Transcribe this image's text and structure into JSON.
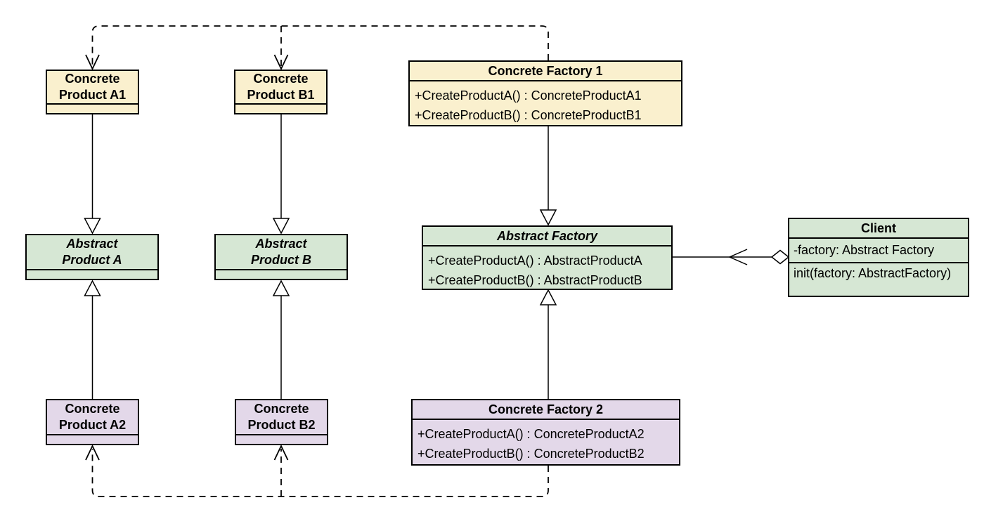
{
  "colors": {
    "family1_fill": "#faf0ce",
    "abstract_fill": "#d6e7d4",
    "family2_fill": "#e3d8e9",
    "border": "#000000",
    "background": "#ffffff"
  },
  "classes": {
    "concrete_product_a1": {
      "name": "Concrete\nProduct A1"
    },
    "concrete_product_b1": {
      "name": "Concrete\nProduct B1"
    },
    "concrete_factory_1": {
      "name": "Concrete Factory 1",
      "methods": [
        "+CreateProductA() : ConcreteProductA1",
        "+CreateProductB() : ConcreteProductB1"
      ]
    },
    "abstract_product_a": {
      "name": "Abstract\nProduct A"
    },
    "abstract_product_b": {
      "name": "Abstract\nProduct B"
    },
    "abstract_factory": {
      "name": "Abstract Factory",
      "methods": [
        "+CreateProductA() : AbstractProductA",
        "+CreateProductB() : AbstractProductB"
      ]
    },
    "client": {
      "name": "Client",
      "attributes": [
        "-factory: Abstract Factory"
      ],
      "methods": [
        "init(factory: AbstractFactory)"
      ]
    },
    "concrete_product_a2": {
      "name": "Concrete\nProduct A2"
    },
    "concrete_product_b2": {
      "name": "Concrete\nProduct B2"
    },
    "concrete_factory_2": {
      "name": "Concrete Factory 2",
      "methods": [
        "+CreateProductA() : ConcreteProductA2",
        "+CreateProductB() : ConcreteProductB2"
      ]
    }
  },
  "relationships": [
    {
      "from": "Concrete Product A1",
      "to": "Abstract Product A",
      "type": "generalization"
    },
    {
      "from": "Concrete Product B1",
      "to": "Abstract Product B",
      "type": "generalization"
    },
    {
      "from": "Concrete Factory 1",
      "to": "Abstract Factory",
      "type": "generalization"
    },
    {
      "from": "Concrete Product A2",
      "to": "Abstract Product A",
      "type": "generalization"
    },
    {
      "from": "Concrete Product B2",
      "to": "Abstract Product B",
      "type": "generalization"
    },
    {
      "from": "Concrete Factory 2",
      "to": "Abstract Factory",
      "type": "generalization"
    },
    {
      "from": "Concrete Factory 1",
      "to": "Concrete Product A1, Concrete Product B1",
      "type": "dependency"
    },
    {
      "from": "Concrete Factory 2",
      "to": "Concrete Product A2, Concrete Product B2",
      "type": "dependency"
    },
    {
      "from": "Client",
      "to": "Abstract Factory",
      "type": "aggregation"
    }
  ]
}
